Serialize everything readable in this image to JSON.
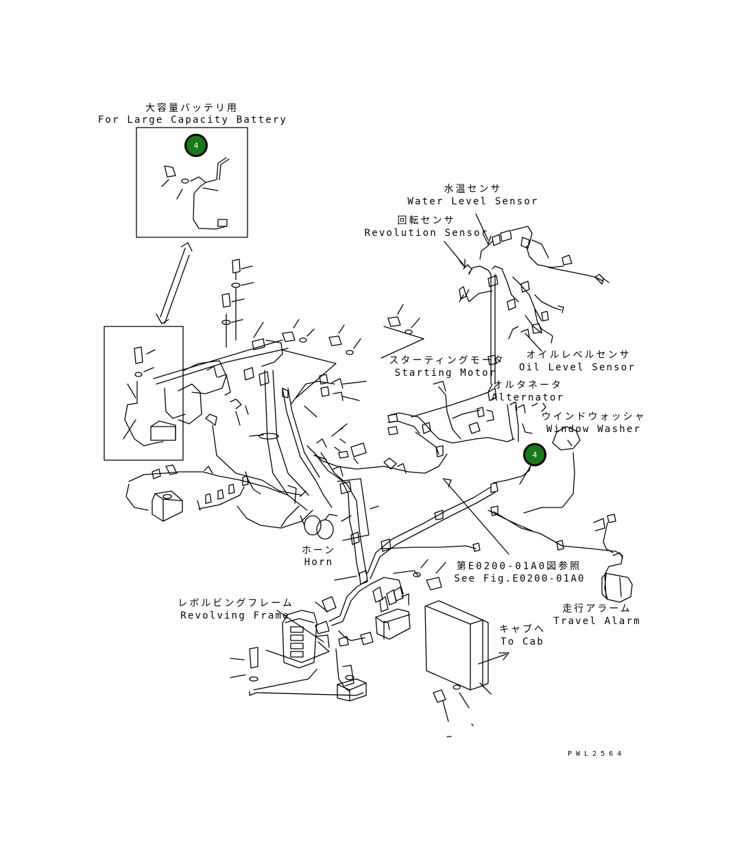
{
  "labels": {
    "battery_jp": "大容量バッテリ用",
    "battery_en": "For Large Capacity Battery",
    "water_jp": "水温センサ",
    "water_en": "Water Level Sensor",
    "rev_jp": "回転センサ",
    "rev_en": "Revolution Sensor",
    "starting_jp": "スターティングモータ",
    "starting_en": "Starting Motor",
    "alternator_jp": "オルタネータ",
    "alternator_en": "Alternator",
    "oil_jp": "オイルレベルセンサ",
    "oil_en": "Oil Level Sensor",
    "washer_jp": "ウインドウォッシャ",
    "washer_en": "Window Washer",
    "horn_jp": "ホーン",
    "horn_en": "Horn",
    "seefig_jp": "第E0200-01A0図参照",
    "seefig_en": "See Fig.E0200-01A0",
    "travel_jp": "走行アラーム",
    "travel_en": "Travel Alarm",
    "frame_jp": "レボルビングフレーム",
    "frame_en": "Revolving Frame",
    "cab_jp": "キャブへ",
    "cab_en": "To Cab",
    "drawing_code": "PWL2564"
  },
  "callouts": [
    {
      "number": "4"
    },
    {
      "number": "4"
    }
  ],
  "colors": {
    "badge_fill": "#177a17",
    "line": "#000000"
  }
}
